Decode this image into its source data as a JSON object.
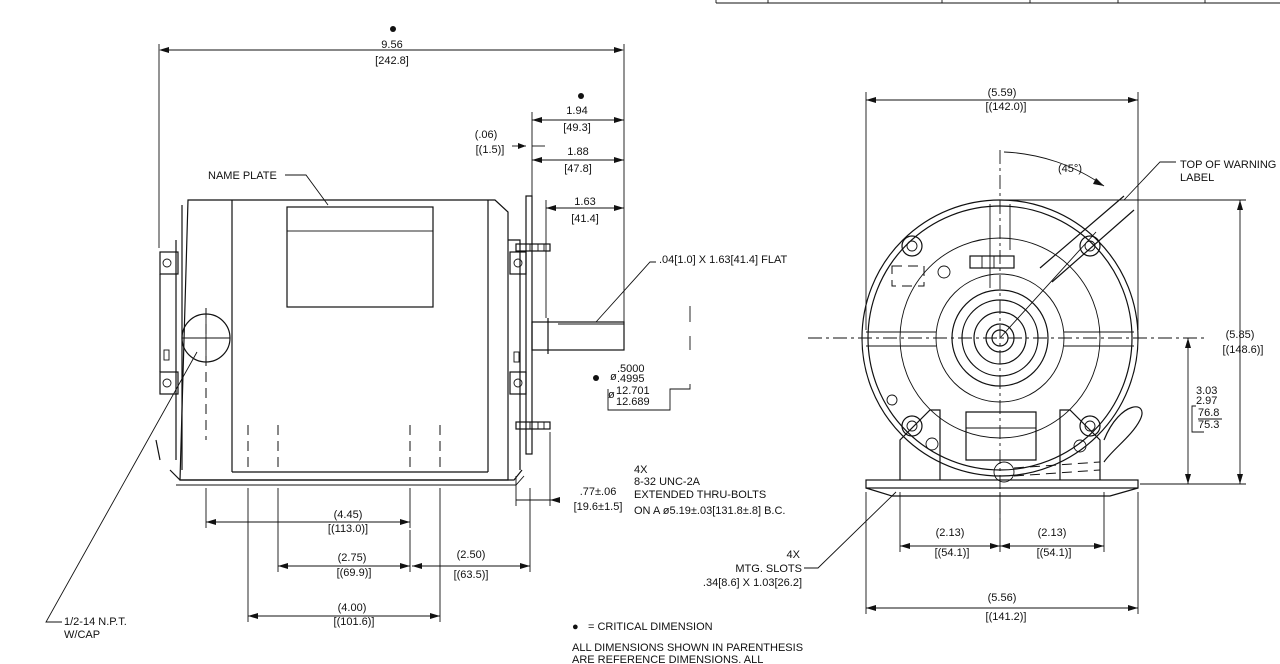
{
  "overall_length": {
    "value": "9.56",
    "mm": "[242.8]"
  },
  "flange_offset": {
    "value": "(.06)",
    "mm": "[(1.5)]"
  },
  "shaft_extension": {
    "value": "1.94",
    "mm": "[49.3]"
  },
  "shoulder_length": {
    "value": "1.88",
    "mm": "[47.8]"
  },
  "flat_length": {
    "value": "1.63",
    "mm": "[41.4]"
  },
  "flat_note": ".04[1.0] X 1.63[41.4] FLAT",
  "name_plate": "NAME PLATE",
  "shaft_diameter": {
    "in_hi": ".5000",
    "in_lo": ".4995",
    "mm_hi": "12.701",
    "mm_lo": "12.689"
  },
  "bolt_projection": {
    "value": ".77±.06",
    "mm": "[19.6±1.5]"
  },
  "thru_bolt_note": [
    "4X",
    "8-32 UNC-2A",
    "EXTENDED THRU-BOLTS",
    "ON A ø5.19±.03[131.8±.8] B.C."
  ],
  "dim_4_45": {
    "value": "(4.45)",
    "mm": "[(113.0)]"
  },
  "dim_2_75": {
    "value": "(2.75)",
    "mm": "[(69.9)]"
  },
  "dim_2_50": {
    "value": "(2.50)",
    "mm": "[(63.5)]"
  },
  "dim_4_00": {
    "value": "(4.00)",
    "mm": "[(101.6)]"
  },
  "npt_note": [
    "1/2-14 N.P.T.",
    "W/CAP"
  ],
  "legend": {
    "symbol": "●",
    "text": "= CRITICAL DIMENSION"
  },
  "reference_note": [
    "ALL DIMENSIONS SHOWN IN PARENTHESIS",
    "ARE REFERENCE DIMENSIONS.  ALL"
  ],
  "end_width": {
    "value": "(5.59)",
    "mm": "[(142.0)]"
  },
  "angle": "(45°)",
  "warning_label": [
    "TOP OF WARNING",
    "LABEL"
  ],
  "overall_height": {
    "value": "(5.85)",
    "mm": "[(148.6)]"
  },
  "shaft_height": {
    "hi": "3.03",
    "lo": "2.97",
    "mm_hi": "76.8",
    "mm_lo": "75.3"
  },
  "base_half_left": {
    "value": "(2.13)",
    "mm": "[(54.1)]"
  },
  "base_half_right": {
    "value": "(2.13)",
    "mm": "[(54.1)]"
  },
  "base_width": {
    "value": "(5.56)",
    "mm": "[(141.2)]"
  },
  "slots_note": [
    "4X",
    "MTG. SLOTS",
    ".34[8.6] X 1.03[26.2]"
  ]
}
